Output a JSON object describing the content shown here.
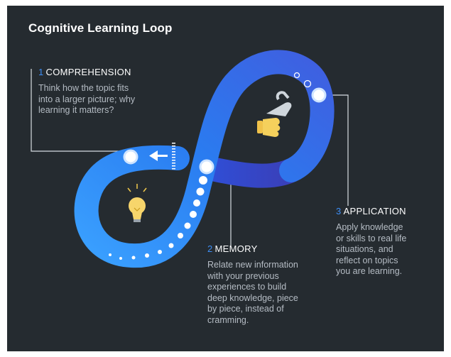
{
  "title": "Cognitive Learning Loop",
  "colors": {
    "background": "#252b30",
    "accent": "#3d8ef5",
    "loop_light": "#3aa0ff",
    "loop_dark": "#2f4fd8",
    "body_text": "#b5bcc4"
  },
  "steps": [
    {
      "number": "1",
      "heading": "COMPREHENSION",
      "lines": [
        "Think how the topic fits",
        "into a larger picture; why",
        "learning it matters?"
      ]
    },
    {
      "number": "2",
      "heading": "MEMORY",
      "lines": [
        "Relate new information",
        "with your previous",
        "experiences to build",
        "deep knowledge, piece",
        "by piece, instead of",
        "cramming."
      ]
    },
    {
      "number": "3",
      "heading": "APPLICATION",
      "lines": [
        "Apply knowledge",
        "or skills to real life",
        "situations, and",
        "reflect on topics",
        "you are learning."
      ]
    }
  ],
  "icons": {
    "lightbulb": "lightbulb-icon",
    "tools": "hand-wrench-icon",
    "arrow": "left-arrow-icon"
  }
}
